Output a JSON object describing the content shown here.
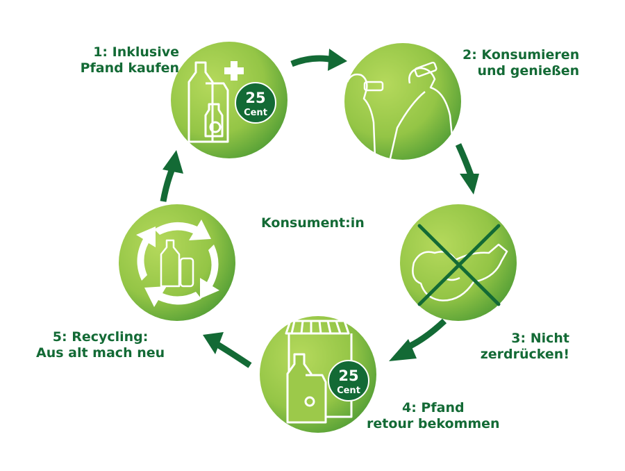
{
  "center_label": "Konsument:in",
  "steps": [
    {
      "line1": "1: Inklusive",
      "line2": "Pfand kaufen"
    },
    {
      "line1": "2: Konsumieren",
      "line2": "und genießen"
    },
    {
      "line1": "3: Nicht",
      "line2": "zerdrücken!"
    },
    {
      "line1": "4: Pfand",
      "line2": "retour bekommen"
    },
    {
      "line1": "5: Recycling:",
      "line2": "Aus alt mach neu"
    }
  ],
  "badge": {
    "amount": "25",
    "unit": "Cent"
  },
  "colors": {
    "dark_green": "#136a35",
    "light_green": "#9cc94a",
    "mid_green": "#5faa3a",
    "white": "#ffffff"
  },
  "icons": [
    "bottle-plus-icon",
    "drinking-people-icon",
    "crossed-crushed-bottle-icon",
    "shop-bottle-icon",
    "recycling-arrows-icon"
  ]
}
